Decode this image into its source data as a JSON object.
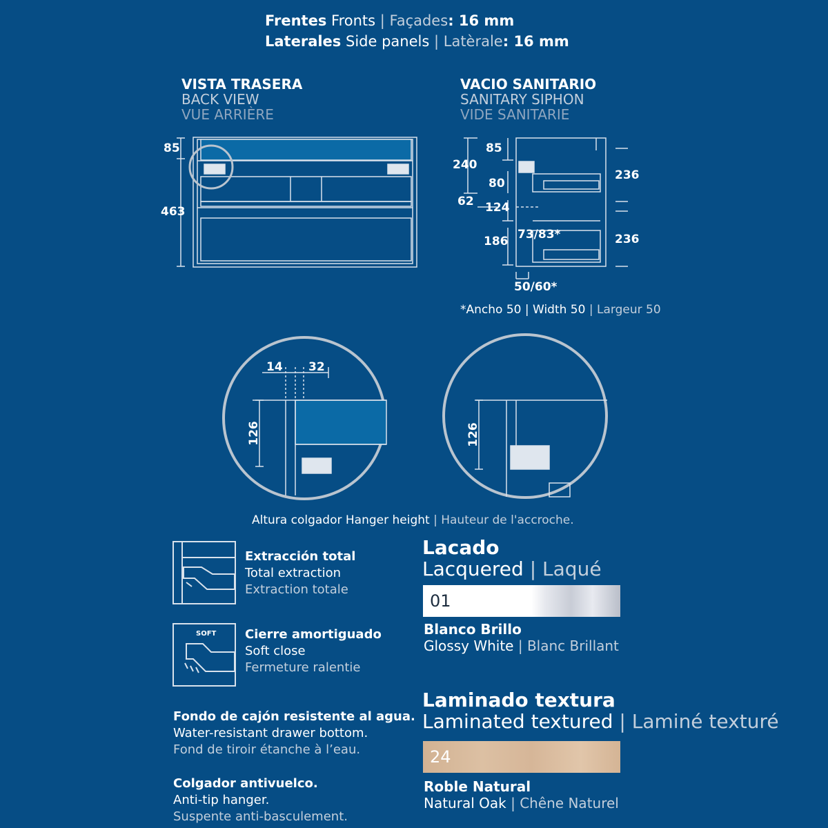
{
  "header": {
    "fronts": {
      "es": "Frentes",
      "en": "Fronts",
      "sep": "|",
      "fr": "Façades",
      "value": ": 16 mm"
    },
    "sides": {
      "es": "Laterales",
      "en": "Side panels",
      "sep": "|",
      "fr": "Latèrale",
      "value": ": 16 mm"
    }
  },
  "back_view": {
    "title_es": "VISTA TRASERA",
    "title_en": "BACK VIEW",
    "title_fr": "VUE ARRIÈRE",
    "dim_top": "85",
    "dim_total": "463"
  },
  "siphon_view": {
    "title_es": "VACIO SANITARIO",
    "title_en": "SANITARY SIPHON",
    "title_fr": "VIDE SANITARIE",
    "dims": {
      "d85": "85",
      "d240": "240",
      "d80": "80",
      "d62": "62",
      "d124": "124",
      "d186": "186",
      "d7383": "73/83*",
      "d236a": "236",
      "d236b": "236",
      "d5060": "50/60*"
    },
    "note": {
      "es": "*Ancho 50",
      "en": "Width 50",
      "fr": "Largeur 50",
      "sep": "|"
    }
  },
  "details": {
    "left": {
      "d14": "14",
      "d32": "32",
      "d126": "126"
    },
    "right": {
      "d126": "126"
    },
    "caption": {
      "es": "Altura colgador",
      "en": "Hanger height",
      "fr": "Hauteur de l'accroche.",
      "sep": "|"
    }
  },
  "features": [
    {
      "es": "Extracción total",
      "en": "Total extraction",
      "fr": "Extraction totale"
    },
    {
      "es": "Cierre amortiguado",
      "en": "Soft close",
      "fr": "Fermeture ralentie",
      "badge": "SOFT"
    },
    {
      "es": "Fondo de cajón resistente al agua.",
      "en": "Water-resistant drawer bottom.",
      "fr": "Fond de tiroir étanche à l’eau."
    },
    {
      "es": "Colgador antivuelco.",
      "en": "Anti-tip hanger.",
      "fr": "Suspente anti-basculement."
    }
  ],
  "finishes": {
    "lacquered": {
      "title": "Lacado",
      "subtitle_en": "Lacquered",
      "subtitle_fr": "Laqué",
      "sep": "|",
      "code": "01",
      "name_es": "Blanco Brillo",
      "name_en": "Glossy White",
      "name_fr": "Blanc Brillant",
      "swatch_color": "#ffffff"
    },
    "laminated": {
      "title": "Laminado textura",
      "subtitle_en": "Laminated textured",
      "subtitle_fr": "Laminé texturé",
      "sep": "|",
      "code": "24",
      "name_es": "Roble Natural",
      "name_en": "Natural Oak",
      "name_fr": "Chêne Naturel",
      "swatch_color": "#d6b698"
    }
  },
  "colors": {
    "background": "#064d85",
    "line": "#d9e2ec",
    "accent_panel": "#0b6aa6"
  }
}
